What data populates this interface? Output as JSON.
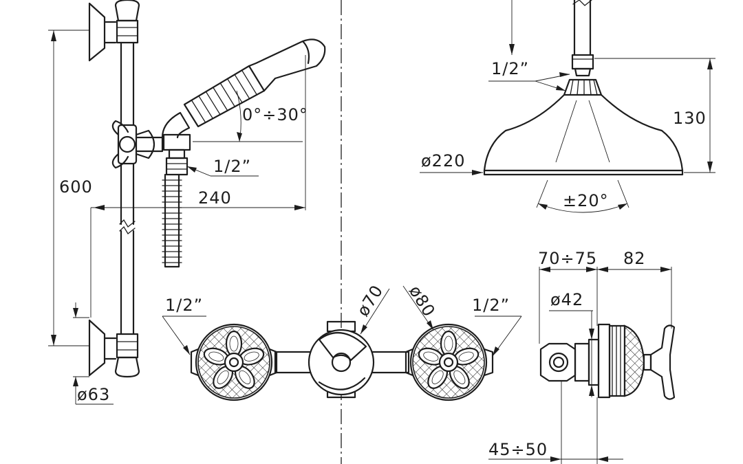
{
  "dimensions": {
    "slide_height": "600",
    "wall_flange": "ø63",
    "handshower_reach": "240",
    "handshower_tilt": "0°÷30°",
    "handshower_thread": "1/2”",
    "head_thread": "1/2”",
    "head_diameter": "ø220",
    "head_height": "130",
    "head_swivel": "±20°",
    "valve_thread_left": "1/2”",
    "valve_thread_right": "1/2”",
    "diverter_diameter": "ø70",
    "handle_diameter": "ø80",
    "wall_depth": "70÷75",
    "handle_projection": "82",
    "body_diameter": "ø42",
    "recess_depth": "45÷50"
  },
  "colors": {
    "line": "#1d1d1d",
    "background": "#ffffff"
  }
}
